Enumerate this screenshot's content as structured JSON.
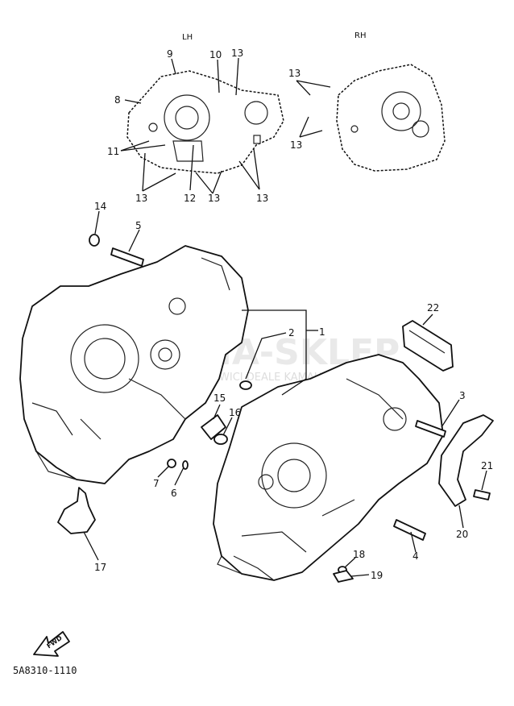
{
  "headers": {
    "lh": "LH",
    "rh": "RH"
  },
  "callouts": [
    "1",
    "2",
    "3",
    "4",
    "5",
    "6",
    "7",
    "8",
    "9",
    "10",
    "11",
    "12",
    "13",
    "14",
    "15",
    "16",
    "17",
    "18",
    "19",
    "20",
    "21",
    "22"
  ],
  "fwd_label": "FWD",
  "diagram_code": "5A8310-1110",
  "watermark": {
    "name": "AMA-SKLEP",
    "tagline": "NOJ  CHOWICI  DEALE  KAMAHA"
  },
  "colors": {
    "ink": "#111111",
    "watermark": "#e07a7a"
  }
}
